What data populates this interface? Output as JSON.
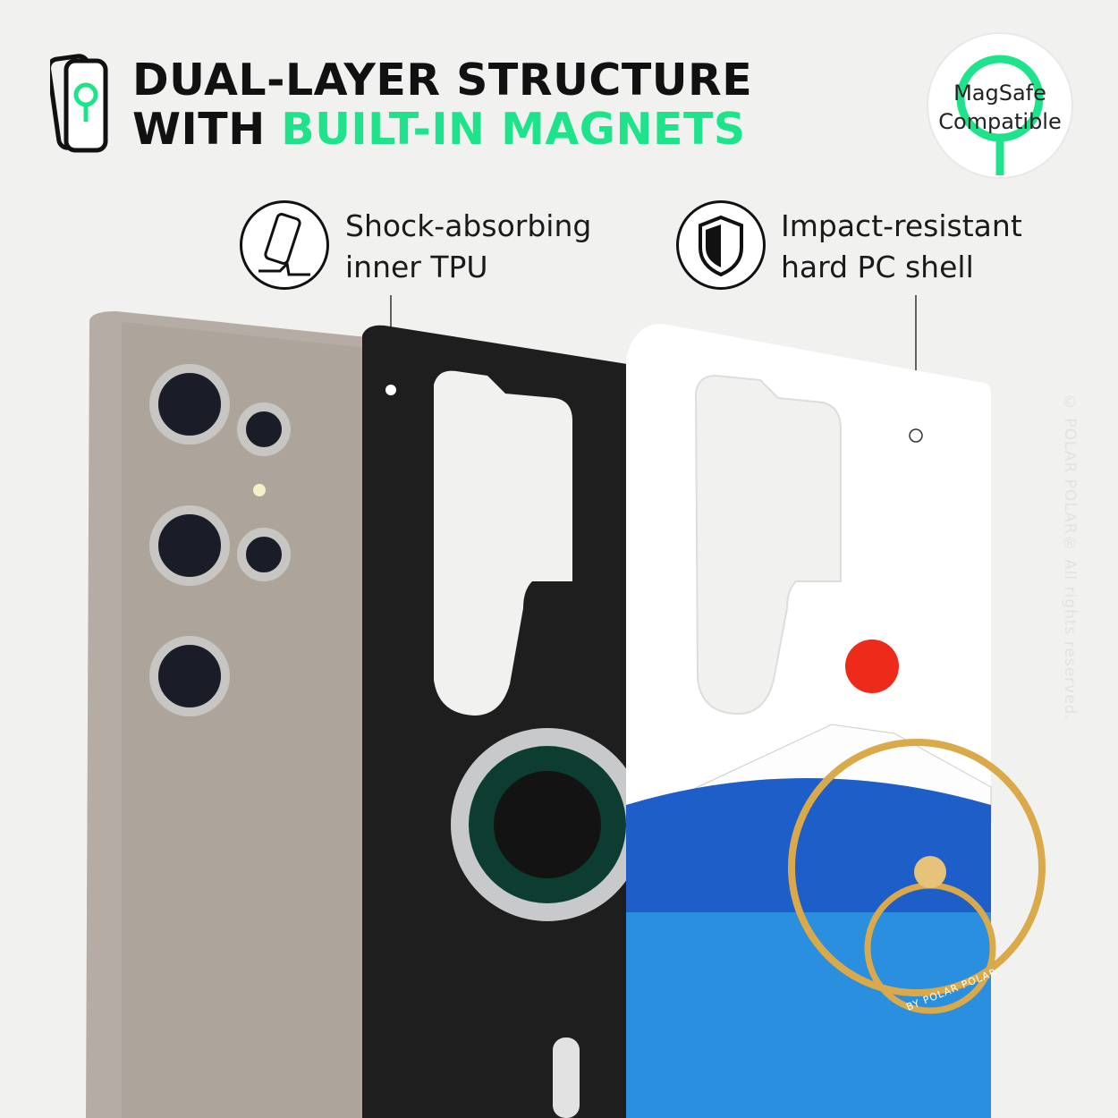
{
  "headline": {
    "line1": "DUAL-LAYER STRUCTURE",
    "line2_prefix": "WITH ",
    "line2_accent": "BUILT-IN MAGNETS"
  },
  "badge": {
    "line1": "MagSafe",
    "line2": "Compatible"
  },
  "features": [
    {
      "icon": "phone-drop-icon",
      "line1": "Shock-absorbing",
      "line2": "inner TPU"
    },
    {
      "icon": "shield-icon",
      "line1": "Impact-resistant",
      "line2": "hard PC shell"
    }
  ],
  "watermark": "© POLAR POLAR® All rights reserved.",
  "ring_text": "BY POLAR POLAR",
  "colors": {
    "accent": "#1fe38a",
    "background": "#f1f1f0",
    "sun": "#ee2a1b",
    "sea": "#2b8fe0"
  }
}
